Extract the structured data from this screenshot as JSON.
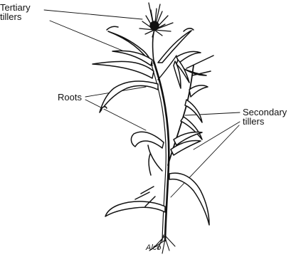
{
  "labels": {
    "tertiary": [
      "Tertiary",
      "tillers"
    ],
    "roots": "Roots",
    "secondary": [
      "Secondary",
      "tillers"
    ]
  },
  "signature": "Alco",
  "colors": {
    "ink": "#111111",
    "paper": "#ffffff"
  }
}
